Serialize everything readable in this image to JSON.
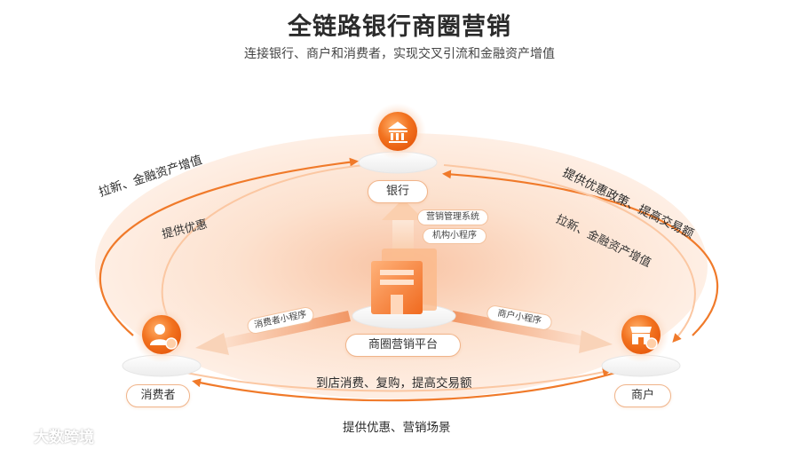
{
  "title": "全链路银行商圈营销",
  "subtitle": "连接银行、商户和消费者，实现交叉引流和金融资产增值",
  "nodes": {
    "bank": "银行",
    "platform": "商圈营销平台",
    "consumer": "消费者",
    "merchant": "商户"
  },
  "tags": {
    "marketing_system": "营销管理系统",
    "mini_program": "机构小程序",
    "consumer_mini": "消费者小程序",
    "merchant_mini": "商户小程序"
  },
  "flows": {
    "top_left_outer": "拉新、金融资产增值",
    "top_left_inner": "提供优惠",
    "top_right_outer": "提供优惠政策、提高交易额",
    "top_right_inner": "拉新、金融资产增值",
    "bottom_inner": "到店消费、复购，提高交易额",
    "bottom_outer": "提供优惠、营销场景"
  },
  "watermark": "大数跨境",
  "colors": {
    "accent": "#f07a2a",
    "accent_light": "#fbd7bd",
    "ellipse_fill": "#fde6d6"
  },
  "icons": {
    "bank": "bank-building-icon",
    "consumer": "user-icon",
    "merchant": "storefront-icon",
    "platform": "building-icon"
  }
}
